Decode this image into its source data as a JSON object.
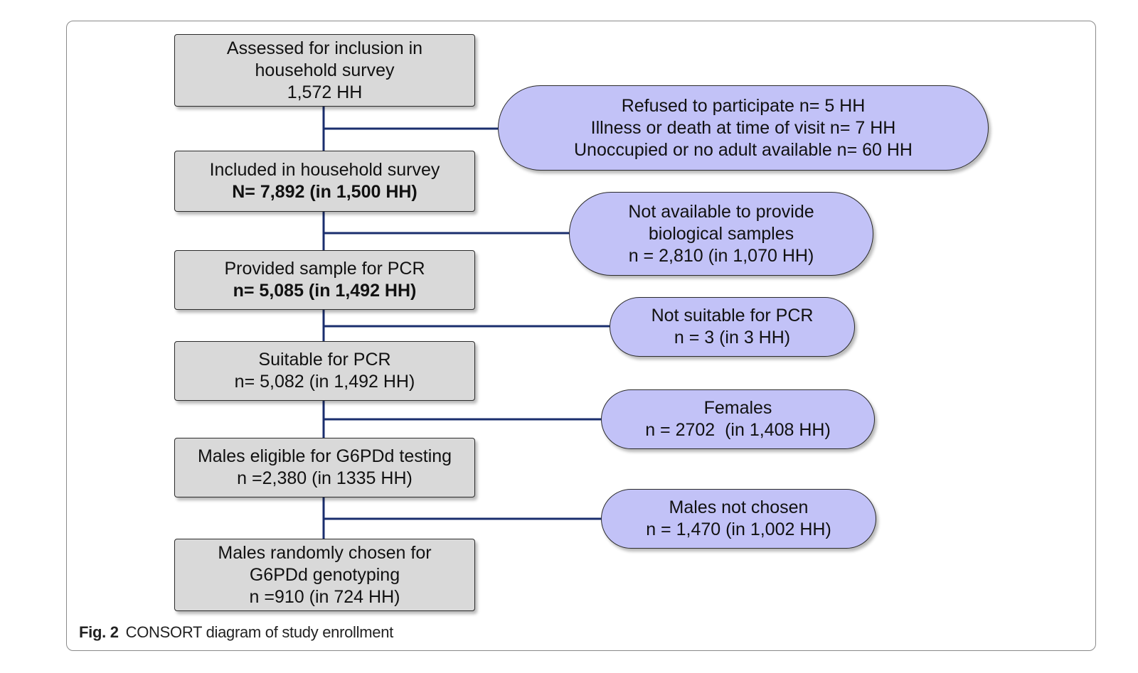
{
  "colors": {
    "box_fill": "#d9d9d9",
    "pill_fill": "#c2c2f7",
    "connector": "#1a2e6e",
    "border": "#2b2b2b"
  },
  "main_boxes": [
    {
      "lines": [
        "Assessed for inclusion in",
        "household survey",
        "1,572 HH"
      ]
    },
    {
      "lines": [
        "Included in household survey",
        "N= 7,892 (in 1,500 HH)"
      ]
    },
    {
      "lines": [
        "Provided sample for PCR",
        "n= 5,085 (in 1,492 HH)"
      ]
    },
    {
      "lines": [
        "Suitable for PCR",
        "n= 5,082 (in 1,492 HH)"
      ]
    },
    {
      "lines": [
        "Males eligible for G6PDd testing",
        "n =2,380 (in 1335 HH)"
      ]
    },
    {
      "lines": [
        "Males randomly chosen for",
        "G6PDd genotyping",
        "n =910 (in 724 HH)"
      ]
    }
  ],
  "exclusions": [
    {
      "lines": [
        "Refused to participate n= 5 HH",
        "Illness or death at time of visit n= 7 HH",
        "Unoccupied or no adult available n= 60 HH"
      ]
    },
    {
      "lines": [
        "Not available to provide",
        "biological samples",
        "n = 2,810 (in 1,070 HH)"
      ]
    },
    {
      "lines": [
        "Not suitable for PCR",
        "n = 3 (in 3 HH)"
      ]
    },
    {
      "lines": [
        "Females",
        "n = 2702  (in 1,408 HH)"
      ]
    },
    {
      "lines": [
        "Males not chosen",
        "n = 1,470 (in 1,002 HH)"
      ]
    }
  ],
  "caption": {
    "label": "Fig. 2",
    "text": "CONSORT diagram of study enrollment"
  }
}
